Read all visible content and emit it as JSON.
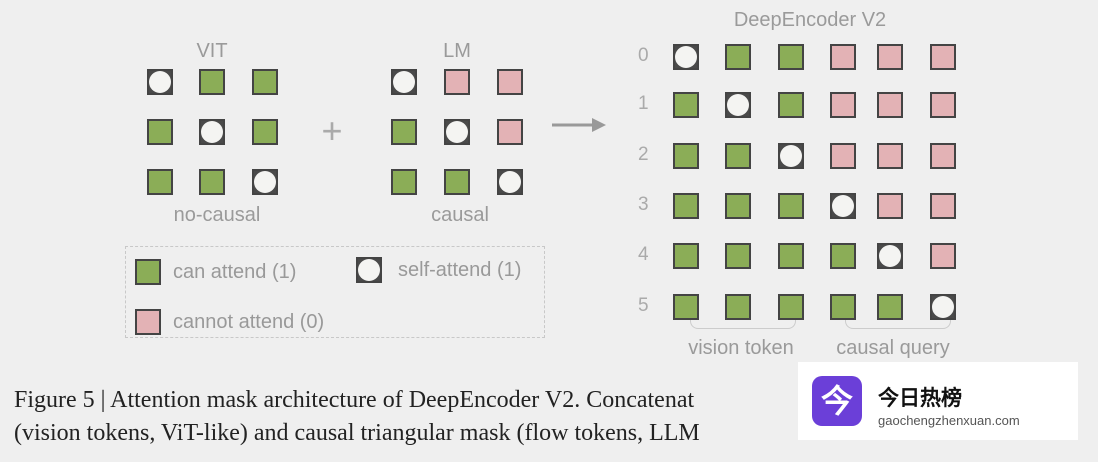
{
  "vit": {
    "title": "VIT",
    "subtitle": "no-causal",
    "mask": [
      [
        "self",
        "attend",
        "attend"
      ],
      [
        "attend",
        "self",
        "attend"
      ],
      [
        "attend",
        "attend",
        "self"
      ]
    ]
  },
  "lm": {
    "title": "LM",
    "subtitle": "causal",
    "mask": [
      [
        "self",
        "block",
        "block"
      ],
      [
        "attend",
        "self",
        "block"
      ],
      [
        "attend",
        "attend",
        "self"
      ]
    ]
  },
  "plus": "+",
  "deep": {
    "title": "DeepEncoder V2",
    "row_labels": [
      "0",
      "1",
      "2",
      "3",
      "4",
      "5"
    ],
    "mask": [
      [
        "self",
        "attend",
        "attend",
        "block",
        "block",
        "block"
      ],
      [
        "attend",
        "self",
        "attend",
        "block",
        "block",
        "block"
      ],
      [
        "attend",
        "attend",
        "self",
        "block",
        "block",
        "block"
      ],
      [
        "attend",
        "attend",
        "attend",
        "self",
        "block",
        "block"
      ],
      [
        "attend",
        "attend",
        "attend",
        "attend",
        "self",
        "block"
      ],
      [
        "attend",
        "attend",
        "attend",
        "attend",
        "attend",
        "self"
      ]
    ],
    "group_labels": [
      "vision token",
      "causal query"
    ]
  },
  "legend": {
    "attend": "can attend (1)",
    "self": "self-attend (1)",
    "block": "cannot attend (0)"
  },
  "colors": {
    "attend": "#8bad57",
    "block": "#e3b2b5",
    "self": "#f4f4f2"
  },
  "caption": {
    "line1": "Figure 5 | Attention mask architecture of DeepEncoder V2. Concatenat",
    "line2": "(vision tokens, ViT-like) and causal triangular mask (flow tokens, LLM"
  },
  "watermark": {
    "icon": "今",
    "title": "今日热榜",
    "url": "gaochengzhenxuan.com"
  }
}
